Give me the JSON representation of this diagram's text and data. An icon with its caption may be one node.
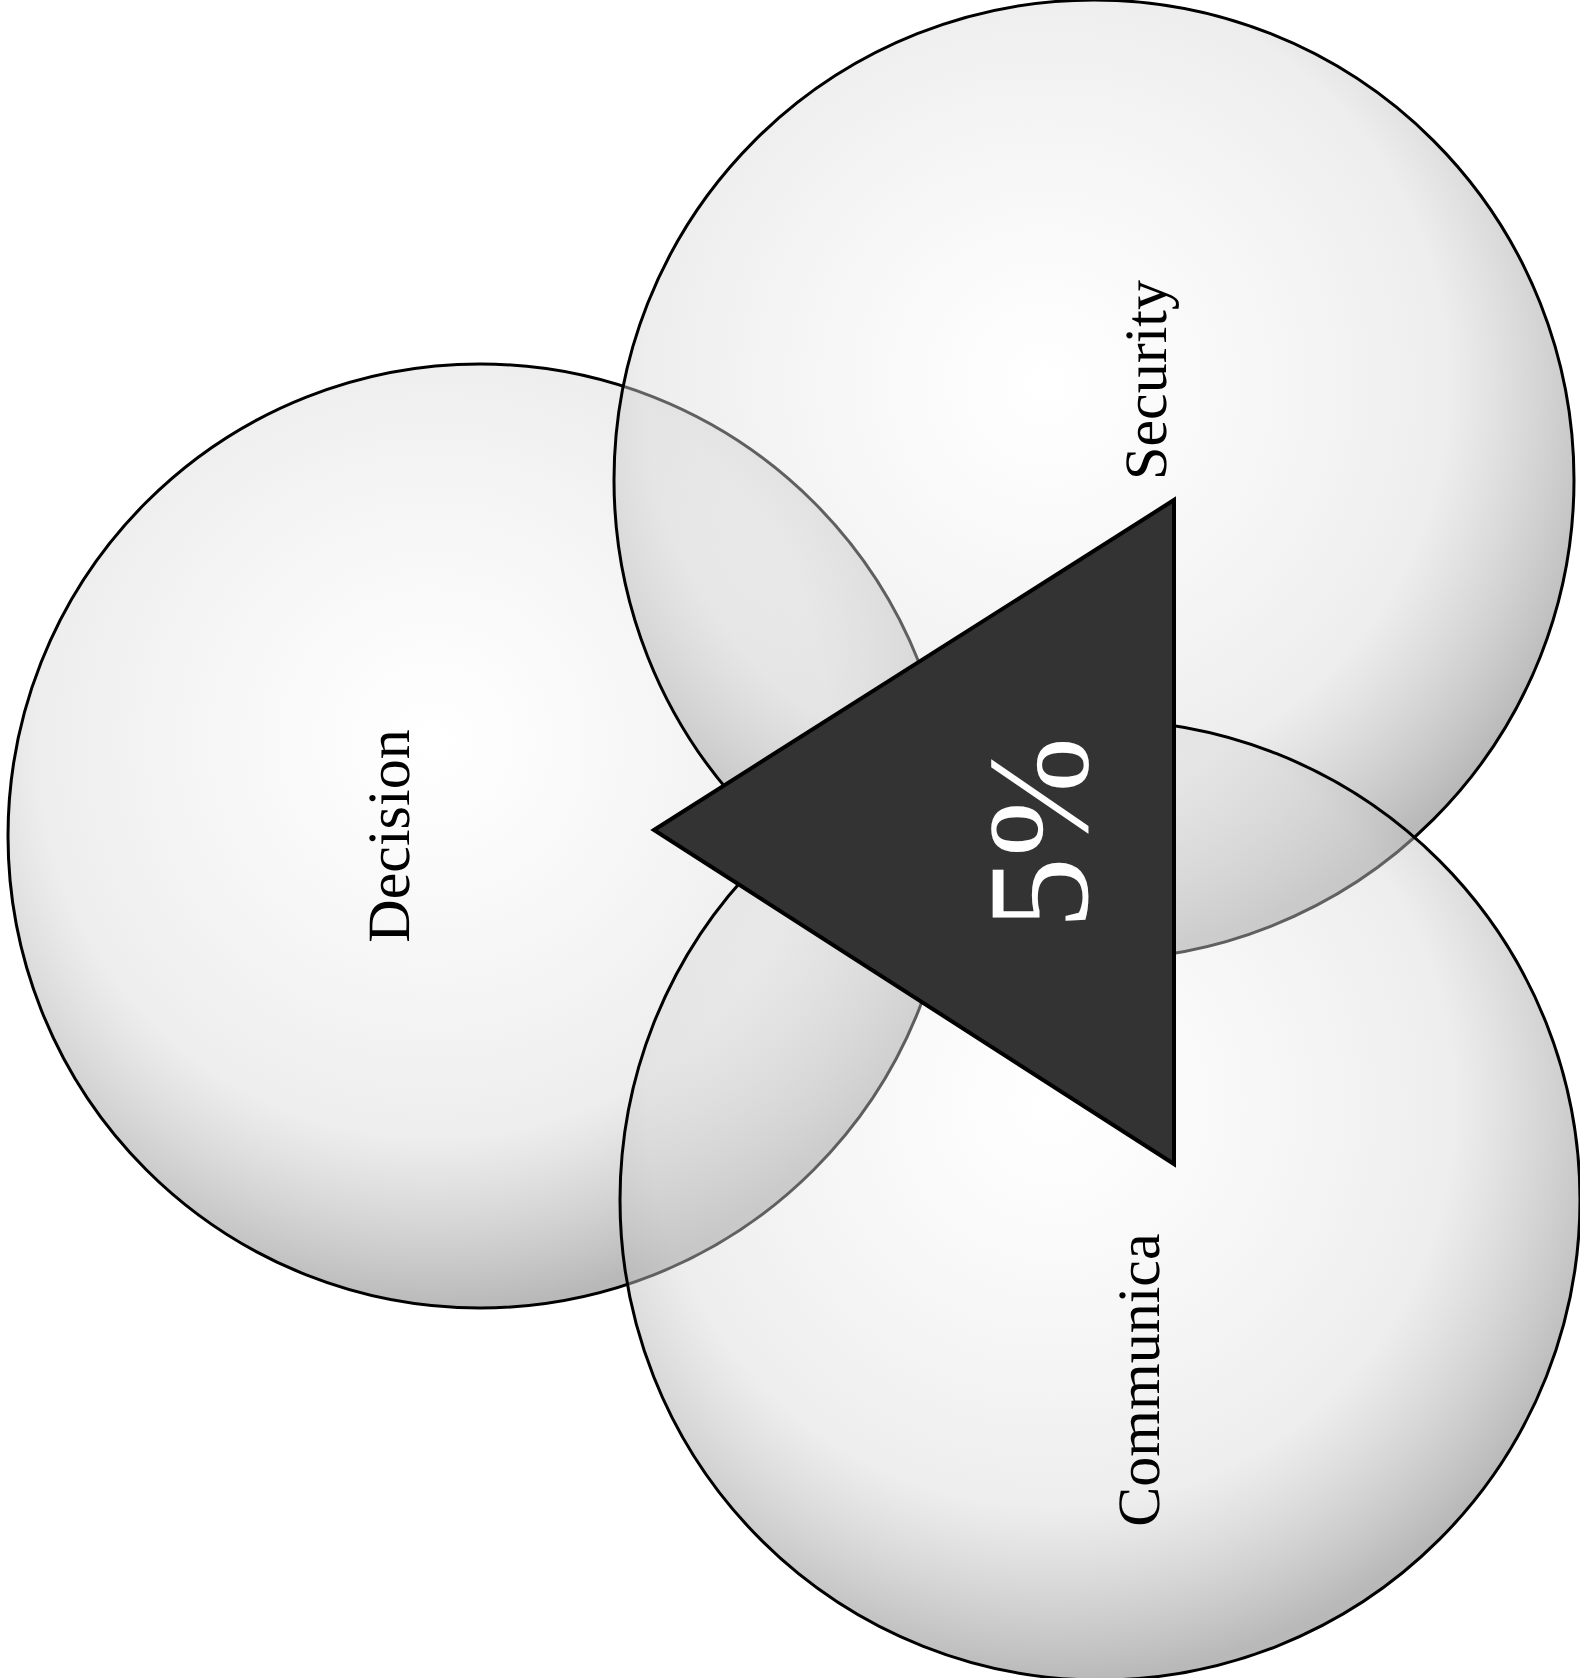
{
  "diagram": {
    "nodes": [
      {
        "text": [
          "Decision"
        ]
      },
      {
        "text": [
          "Security"
        ]
      },
      {
        "text": [
          "Communica"
        ]
      },
      {
        "text": [
          "5%"
        ]
      }
    ]
  }
}
